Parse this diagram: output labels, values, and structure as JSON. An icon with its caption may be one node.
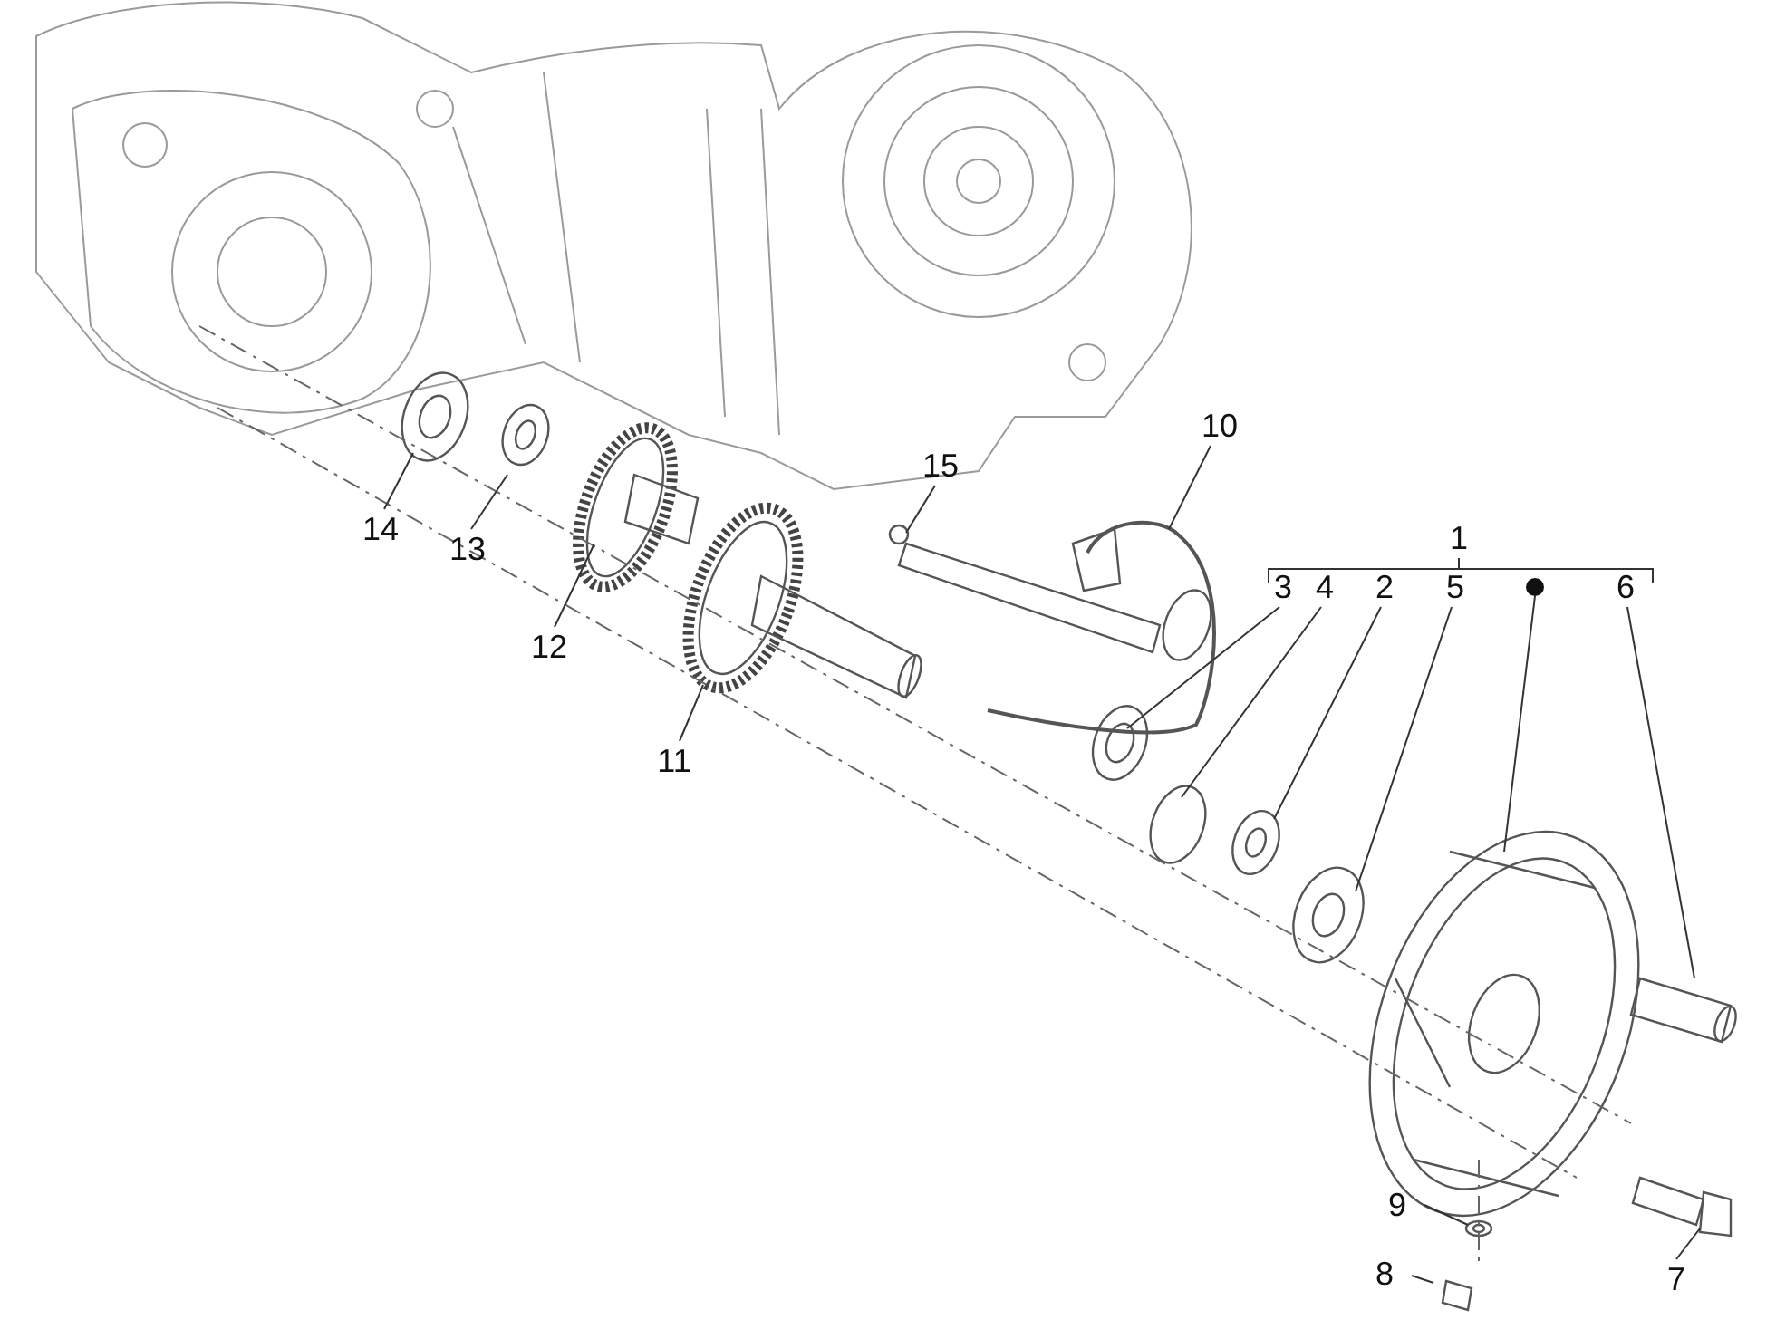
{
  "diagram": {
    "nodes": [
      {
        "text": [
          "10"
        ]
      },
      {
        "text": [
          "15"
        ]
      },
      {
        "text": [
          "1"
        ]
      },
      {
        "text": [
          "3"
        ]
      },
      {
        "text": [
          "4"
        ]
      },
      {
        "text": [
          "2"
        ]
      },
      {
        "text": [
          "5"
        ]
      },
      {
        "text": [],
        "shape": "circle"
      },
      {
        "text": [
          "6"
        ]
      },
      {
        "text": [
          "14"
        ]
      },
      {
        "text": [
          "13"
        ]
      },
      {
        "text": [
          "12"
        ]
      },
      {
        "text": [
          "11"
        ]
      },
      {
        "text": [
          "9"
        ]
      },
      {
        "text": [
          "7"
        ]
      },
      {
        "text": [
          "8"
        ]
      }
    ],
    "edges": [
      {
        "from": 0,
        "to": null,
        "arrow": "none"
      },
      {
        "from": 1,
        "to": null,
        "arrow": "none"
      },
      {
        "from": 3,
        "to": null,
        "arrow": "none"
      },
      {
        "from": 4,
        "to": null,
        "arrow": "none"
      },
      {
        "from": 5,
        "to": null,
        "arrow": "none"
      },
      {
        "from": 6,
        "to": null,
        "arrow": "none"
      },
      {
        "from": 7,
        "to": null,
        "arrow": "none"
      },
      {
        "from": 8,
        "to": null,
        "arrow": "none"
      },
      {
        "from": 9,
        "to": null,
        "arrow": "none"
      },
      {
        "from": 10,
        "to": null,
        "arrow": "none"
      },
      {
        "from": 11,
        "to": null,
        "arrow": "none"
      },
      {
        "from": 12,
        "to": null,
        "arrow": "none"
      },
      {
        "from": 13,
        "to": null,
        "arrow": "none"
      },
      {
        "from": 14,
        "to": null,
        "arrow": "none"
      },
      {
        "from": 15,
        "to": null,
        "arrow": "none"
      }
    ]
  }
}
